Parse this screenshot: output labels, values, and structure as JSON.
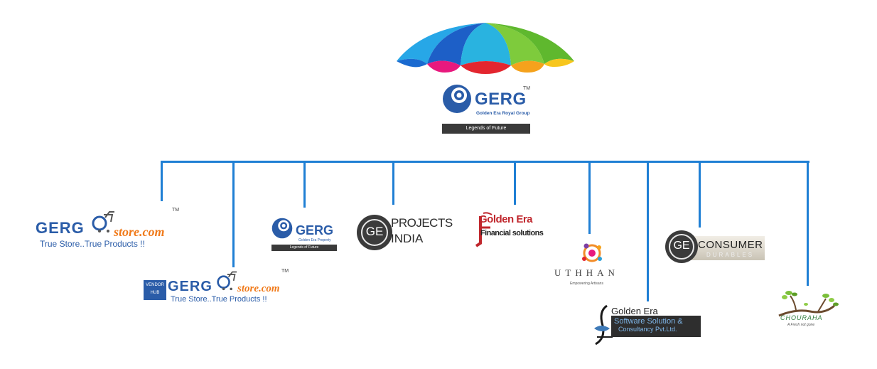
{
  "root": {
    "brand": "GERG",
    "trademark": "TM",
    "full_name": "Golden Era Royal Group",
    "tagline": "Legends of Future"
  },
  "subsidiaries": {
    "gerg_store": {
      "name_left": "GERG",
      "name_right": "store.com",
      "tagline": "True Store..True Products !!",
      "trademark": "TM"
    },
    "vendor_hub": {
      "badge_top": "VENDOR",
      "badge_bottom": "HUB",
      "name_left": "GERG",
      "name_right": "store.com",
      "tagline": "True Store..True Products !!",
      "trademark": "TM"
    },
    "gerg_property": {
      "brand": "GERG",
      "full_name": "Golden Era Property",
      "tagline": "Legends of Future"
    },
    "ge_projects": {
      "monogram": "GE",
      "line1": "PROJECTS",
      "line2": "INDIA"
    },
    "ge_financial": {
      "line1": "Golden Era",
      "line2": "Financial solutions"
    },
    "uthhan": {
      "name": "UTHHAN",
      "tagline": "Empowering Artisans"
    },
    "ge_software": {
      "line1": "Golden Era",
      "line2": "Software Solution &",
      "line3": "Consultancy Pvt.Ltd."
    },
    "ge_consumer": {
      "monogram": "GE",
      "line1": "CONSUMER",
      "line2": "DURABLES"
    },
    "chouraha": {
      "name": "CHOURAHA",
      "tagline": "A Fresh not gone"
    }
  },
  "colors": {
    "connector": "#1f7fd4",
    "gerg_blue": "#2a5ca8",
    "store_orange": "#f07a1a",
    "tagline_bar": "#3a3a3a"
  }
}
